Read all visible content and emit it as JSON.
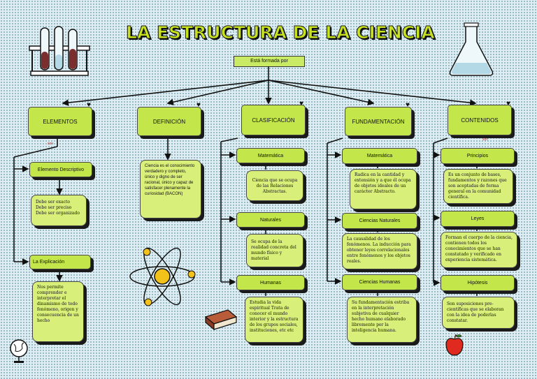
{
  "title": "LA ESTRUCTURA DE LA CIENCIA",
  "subtitle": "Está formada por",
  "columns": [
    {
      "header": "ELEMENTOS",
      "tag": "son"
    },
    {
      "header": "DEFINICIÓN"
    },
    {
      "header": "CLASIFICACIÓN"
    },
    {
      "header": "FUNDAMENTACIÓN"
    },
    {
      "header": "CONTENIDOS",
      "tag": "son"
    }
  ],
  "elementos": {
    "item1": "Elemento Descriptivo",
    "item1_text": "Debe ser exacto\nDebe ser preciso\nDebe ser organizado",
    "item2": "La Explicación",
    "item2_text": "Nos permite comprender e interpretar el dinamismo de todo fenómeno, origen y consecuencia de un hecho"
  },
  "definicion": {
    "text": "Ciencia es el conocimiento verdadero y completo, único y digno de ser racional, único y capaz de satisfacer plenamente la curiosidad (BACON)"
  },
  "clasificacion": [
    {
      "label": "Matemática",
      "text": "Ciencia que se ocupa de las Relaciones Abstractas."
    },
    {
      "label": "Naturales",
      "text": "Se ocupa de la realidad concreta del mundo físico y material"
    },
    {
      "label": "Humanas",
      "text": "Estudia la vida espiritual Trata de conocer el mundo interior y la estructura de los grupos sociales, instituciones, etc etc"
    }
  ],
  "fundamentacion": [
    {
      "label": "Matemática",
      "text": "Radica en la cantidad y extensión y a que él ocupa de objetos ideales de un carácter Abstracto."
    },
    {
      "label": "Ciencias Naturales",
      "text": "La causalidad de los fenómenos. La inducción para obtener leyes correlacionales entre fenómenos y los objetos reales."
    },
    {
      "label": "Ciencias Humanas",
      "text": "Su fundamentación estriba en la interpretación subjetiva de cualquier hecho humano elaborado libremente por la inteligencia humana."
    }
  ],
  "contenidos": [
    {
      "label": "Principios",
      "text": "Es un conjunto de bases, fundamentos y razones que son aceptadas de forma general en la comunidad científica."
    },
    {
      "label": "Leyes",
      "text": "Forman el cuerpo de la ciencia, contienen todos los conocimientos que se han constatado y verificado en experiencia sistemática."
    },
    {
      "label": "Hipótesis",
      "text": "Son suposiciones pre-científicas que se elaboran con la idea de poderlas constatar."
    }
  ],
  "colors": {
    "accent": "#c3e64a",
    "title": "#c7e21f",
    "background": "#dfeef2"
  },
  "icons": [
    "test-tubes-icon",
    "flask-icon",
    "atom-icon",
    "book-icon",
    "globe-icon",
    "apple-icon",
    "heart-icon"
  ]
}
